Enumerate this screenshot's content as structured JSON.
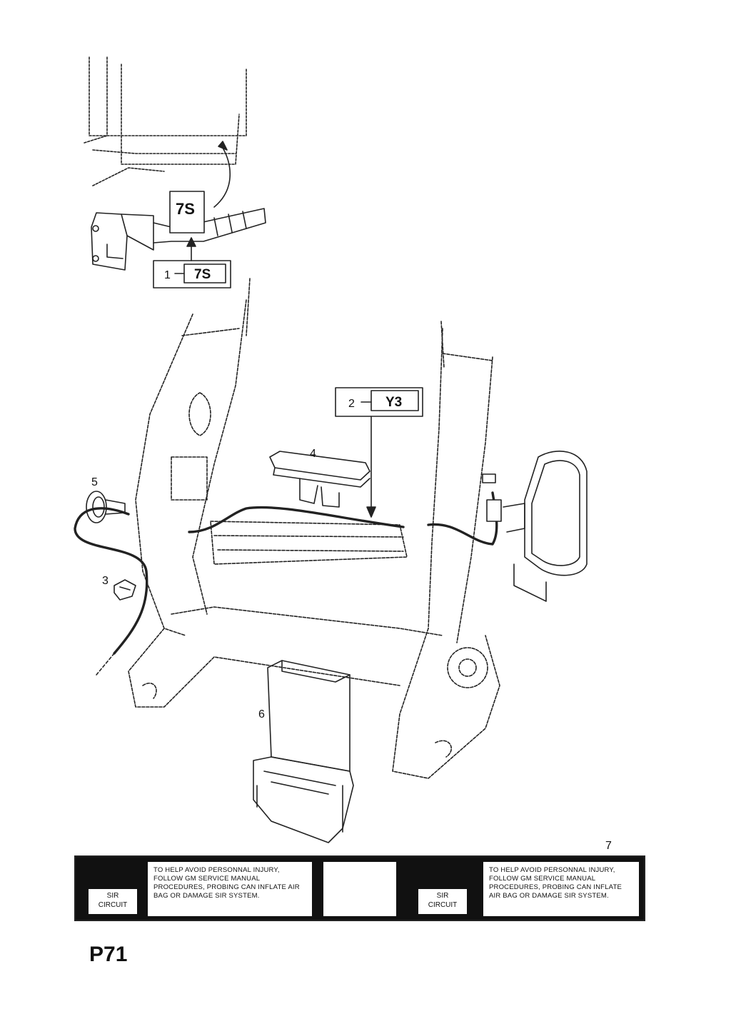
{
  "callouts": {
    "c1": "1",
    "c2": "2",
    "c3": "3",
    "c4": "4",
    "c5": "5",
    "c6": "6",
    "c7": "7"
  },
  "connectors": {
    "code_1": "7S",
    "code_2": "Y3",
    "tag_7s": "7S"
  },
  "warning_label": {
    "sir_line1": "SIR",
    "sir_line2": "CIRCUIT",
    "text_left": "TO HELP AVOID PERSONNAL INJURY, FOLLOW GM SERVICE MANUAL PROCEDURES, PROBING CAN INFLATE AIR BAG OR DAMAGE SIR SYSTEM.",
    "text_right": "TO HELP AVOID PERSONNAL INJURY, FOLLOW GM SERVICE MANUAL PROCEDURES, PROBING CAN INFLATE AIR BAG OR DAMAGE SIR SYSTEM."
  },
  "page_code": "P71"
}
